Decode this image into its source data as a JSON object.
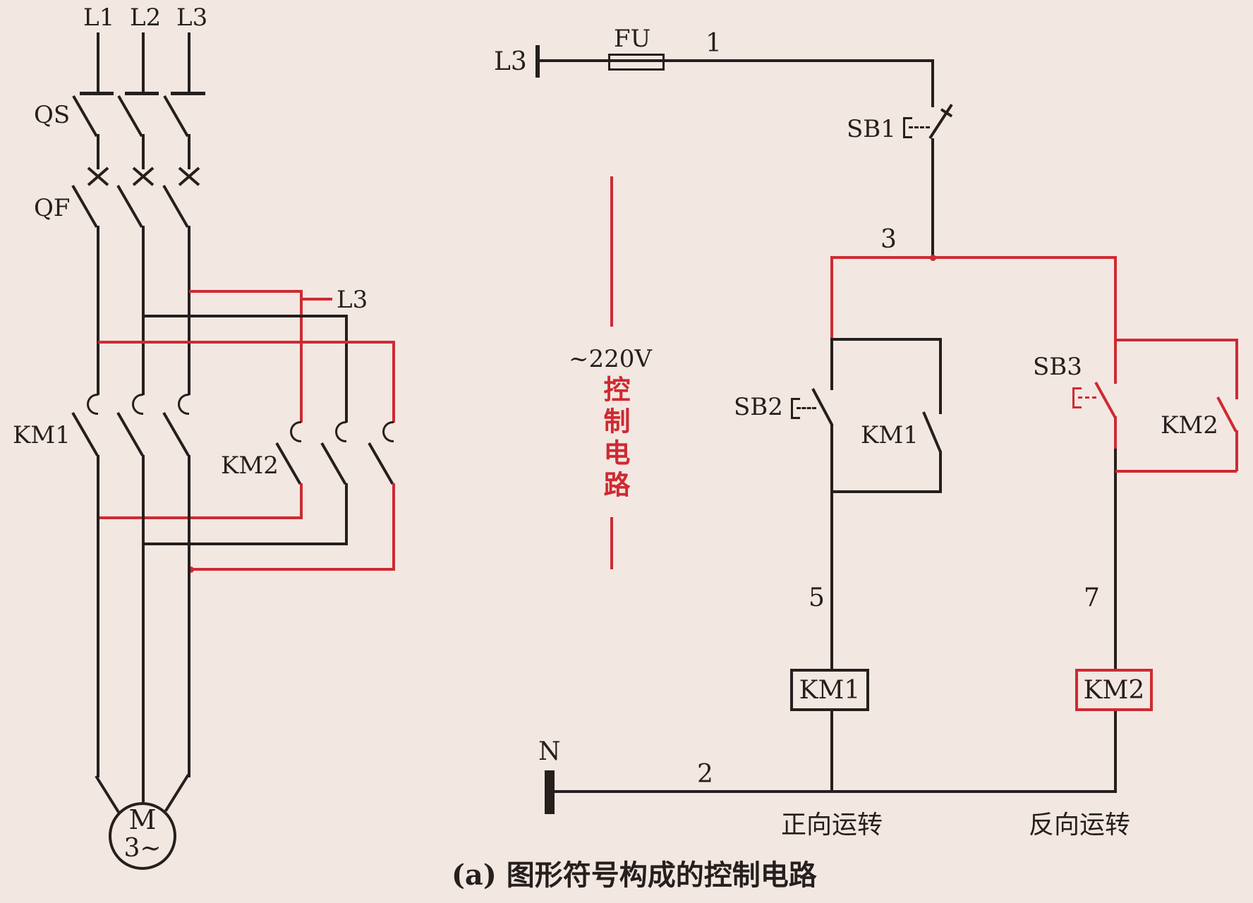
{
  "colors": {
    "background": "#f3e7e2",
    "line_black": "#251f1d",
    "line_red": "#cf2a32"
  },
  "main_circuit": {
    "phase_labels": {
      "l1": "L1",
      "l2": "L2",
      "l3": "L3"
    },
    "disconnect_label": "QS",
    "breaker_label": "QF",
    "contactor_forward_label": "KM1",
    "contactor_reverse_label": "KM2",
    "reverse_tap_label": "L3",
    "motor": {
      "letter": "M",
      "phase_mark": "3~"
    }
  },
  "control_circuit": {
    "supply_label": "L3",
    "fuse_label": "FU",
    "voltage_label": "~220V",
    "section_label": "控制电路",
    "neutral_label": "N",
    "stop_button_label": "SB1",
    "start_forward_label": "SB2",
    "start_reverse_label": "SB3",
    "holding_contact_forward": "KM1",
    "holding_contact_reverse": "KM2",
    "coil_forward": "KM1",
    "coil_reverse": "KM2",
    "nodes": {
      "n1": "1",
      "n2": "2",
      "n3": "3",
      "n5": "5",
      "n7": "7"
    },
    "forward_caption": "正向运转",
    "reverse_caption": "反向运转"
  },
  "caption": "(a) 图形符号构成的控制电路"
}
